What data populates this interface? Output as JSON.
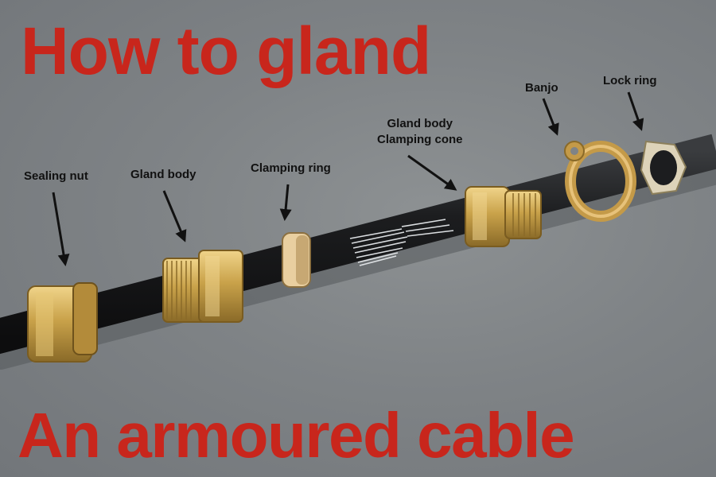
{
  "title_top": "How to gland",
  "title_bottom": "An armoured cable",
  "labels": {
    "sealing_nut": "Sealing nut",
    "gland_body": "Gland body",
    "clamping_ring": "Clamping ring",
    "gland_body_cone_line1": "Gland body",
    "gland_body_cone_line2": "Clamping cone",
    "banjo": "Banjo",
    "lock_ring": "Lock ring"
  },
  "colors": {
    "title": "#c8261c",
    "background": "#7f8386",
    "cable": "#1c1d1f",
    "brass": "#c9a24a"
  }
}
